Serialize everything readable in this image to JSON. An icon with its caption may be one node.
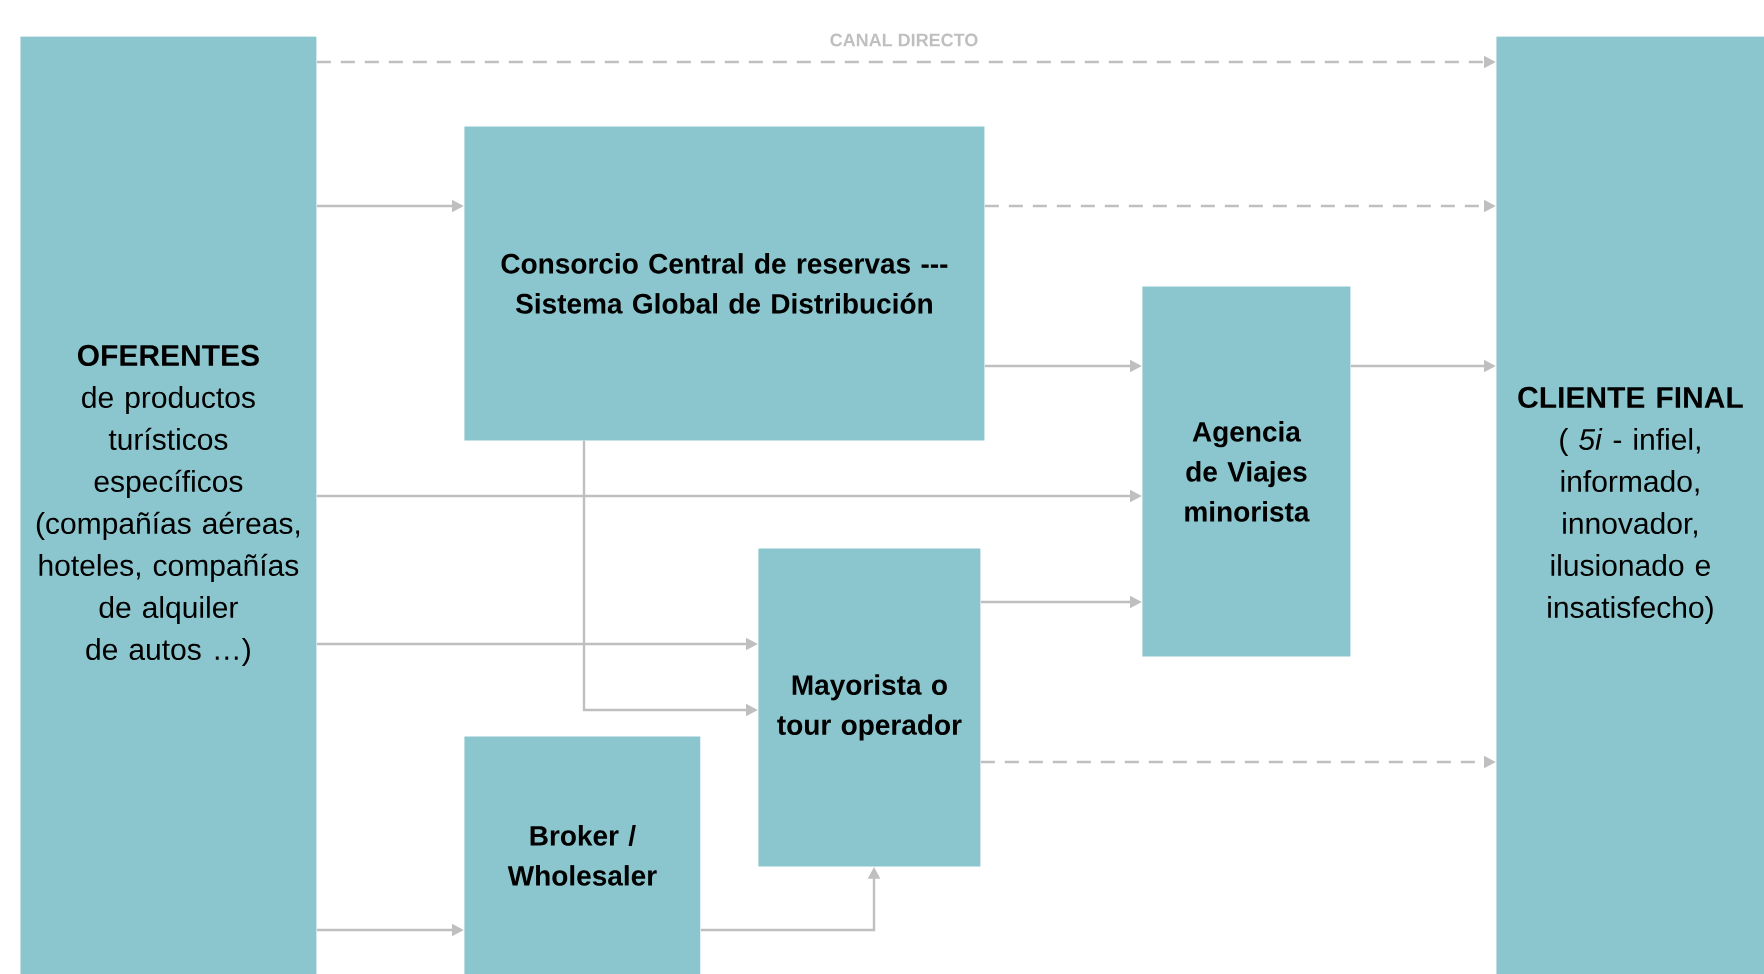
{
  "diagram": {
    "nodes": [
      {
        "text": [
          "OFERENTES",
          "de productos turísticos específicos (compañías aéreas, hoteles, compañías de alquiler de autos …)"
        ]
      },
      {
        "text": [
          "Consorcio Central de reservas --- Sistema Global de Distribución"
        ]
      },
      {
        "text": [
          "Agencia de Viajes minorista"
        ]
      },
      {
        "text": [
          "Mayorista o tour operador"
        ]
      },
      {
        "text": [
          "Broker / Wholesaler"
        ]
      },
      {
        "text": [
          "CLIENTE FINAL",
          "( *5i* - infiel, informado, innovador, ilusionado e insatisfecho)"
        ]
      }
    ],
    "edges": [
      {
        "from": 0,
        "to": 5,
        "arrow": "to",
        "style": "dashed",
        "label": "CANAL DIRECTO"
      },
      {
        "from": 0,
        "to": 1,
        "arrow": "to"
      },
      {
        "from": 1,
        "to": 5,
        "arrow": "to",
        "style": "dashed"
      },
      {
        "from": 1,
        "to": 2,
        "arrow": "to"
      },
      {
        "from": 2,
        "to": 5,
        "arrow": "to"
      },
      {
        "from": 0,
        "to": 2,
        "arrow": "to"
      },
      {
        "from": 1,
        "to": 3,
        "arrow": "to"
      },
      {
        "from": 0,
        "to": 3,
        "arrow": "to"
      },
      {
        "from": 3,
        "to": 2,
        "arrow": "to"
      },
      {
        "from": 3,
        "to": 5,
        "arrow": "to",
        "style": "dashed"
      },
      {
        "from": 0,
        "to": 4,
        "arrow": "to"
      },
      {
        "from": 4,
        "to": 3,
        "arrow": "to"
      }
    ]
  }
}
